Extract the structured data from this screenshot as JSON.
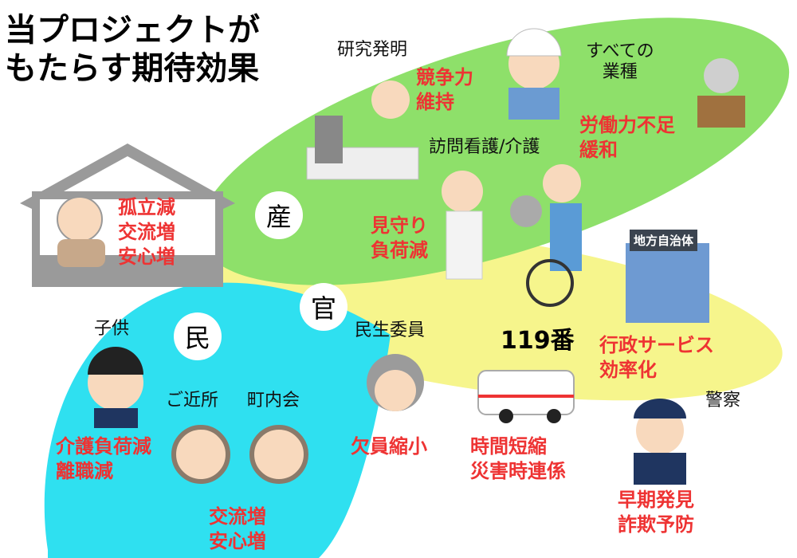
{
  "title": {
    "line1": "当プロジェクトが",
    "line2": "もたらす期待効果"
  },
  "sectors": {
    "industry": "産",
    "government": "官",
    "civil": "民"
  },
  "labels": {
    "research": "研究発明",
    "all_industries_1": "すべての",
    "all_industries_2": "業種",
    "home_care": "訪問看護/介護",
    "local_gov": "地方自治体",
    "emergency": "119番",
    "police": "警察",
    "welfare_commissioner": "民生委員",
    "children": "子供",
    "neighbors": "ご近所",
    "neighborhood_assoc": "町内会"
  },
  "effects": {
    "elderly": [
      "孤立減",
      "交流増",
      "安心増"
    ],
    "research": [
      "競争力",
      "維持"
    ],
    "labor": [
      "労働力不足",
      "緩和"
    ],
    "care": [
      "見守り",
      "負荷減"
    ],
    "government": [
      "行政サービス",
      "効率化"
    ],
    "emergency": [
      "時間短縮",
      "災害時連係"
    ],
    "police": [
      "早期発見",
      "詐欺予防"
    ],
    "commissioner": [
      "欠員縮小"
    ],
    "children": [
      "介護負荷減",
      "離職減"
    ],
    "community": [
      "交流増",
      "安心増"
    ]
  },
  "colors": {
    "green": "#8ee06a",
    "yellow": "#f6f58c",
    "cyan": "#2fe0f0",
    "red": "#ee3333"
  }
}
